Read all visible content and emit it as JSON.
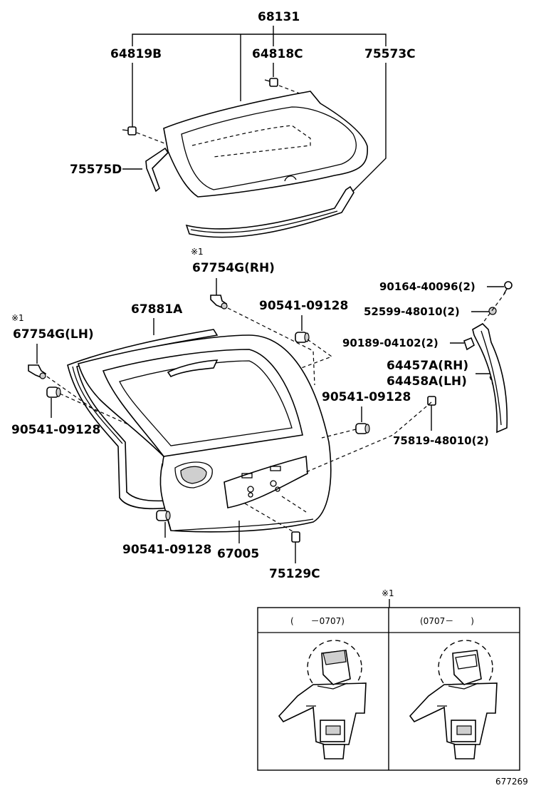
{
  "labels": {
    "p68131": "68131",
    "p64819B": "64819B",
    "p64818C": "64818C",
    "p75573C": "75573C",
    "p75575D": "75575D",
    "note_rh": "※1",
    "p67754G_RH": "67754G(RH)",
    "p67881A": "67881A",
    "p90541_a": "90541-09128",
    "note_lh": "※1",
    "p67754G_LH": "67754G(LH)",
    "p90164": "90164-40096(2)",
    "p52599": "52599-48010(2)",
    "p90189": "90189-04102(2)",
    "p64457A": "64457A(RH)",
    "p64458A": "64458A(LH)",
    "p90541_b": "90541-09128",
    "p90541_c": "90541-09128",
    "p75819": "75819-48010(2)",
    "p90541_d": "90541-09128",
    "p67005": "67005",
    "p75129C": "75129C",
    "note_inset": "※1"
  },
  "inset": {
    "left_header": "(　　－0707)",
    "right_header": "(0707－　　)"
  },
  "figure_id": "677269"
}
